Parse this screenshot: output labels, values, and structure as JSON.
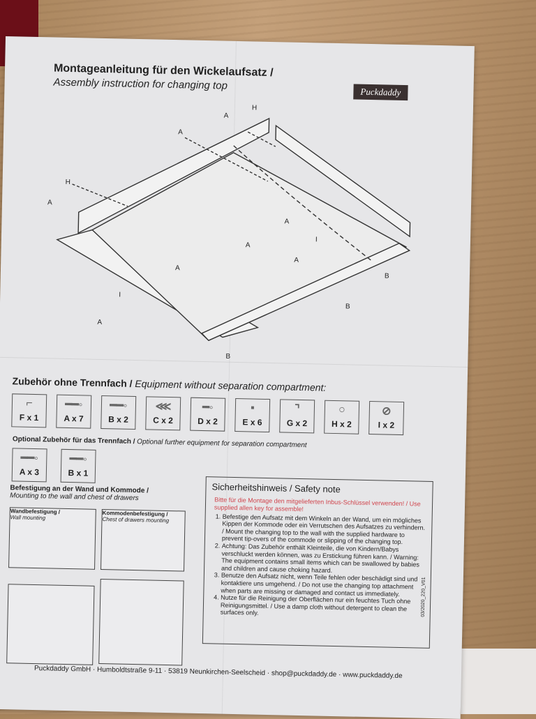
{
  "document": {
    "title_de": "Montageanleitung für den Wickelaufsatz /",
    "title_en": "Assembly instruction for changing top",
    "logo": "Puckdaddy",
    "diagram_labels": [
      "A",
      "H",
      "A",
      "H",
      "A",
      "A",
      "A",
      "A",
      "A",
      "I",
      "A",
      "I",
      "B",
      "B",
      "B"
    ],
    "equipment": {
      "title_de": "Zubehör ohne Trennfach / ",
      "title_en": "Equipment without separation compartment:",
      "items": [
        {
          "label": "F x 1",
          "icon": "allen-key-icon"
        },
        {
          "label": "A x 7",
          "icon": "bolt-icon"
        },
        {
          "label": "B x 2",
          "icon": "bolt-icon"
        },
        {
          "label": "C x 2",
          "icon": "dowel-icon"
        },
        {
          "label": "D x 2",
          "icon": "screw-icon"
        },
        {
          "label": "E x 6",
          "icon": "small-screw-icon"
        },
        {
          "label": "G x 2",
          "icon": "angle-bracket-icon"
        },
        {
          "label": "H x 2",
          "icon": "cap-icon"
        },
        {
          "label": "I x 2",
          "icon": "bracket-icon"
        }
      ]
    },
    "optional": {
      "title_de": "Optional Zubehör für das Trennfach / ",
      "title_en": "Optional further equipment for separation compartment",
      "items": [
        {
          "label": "A x 3",
          "icon": "bolt-icon"
        },
        {
          "label": "B x 1",
          "icon": "bolt-icon"
        }
      ]
    },
    "mounting": {
      "title_de": "Befestigung an der Wand und Kommode /",
      "title_en": "Mounting to the wall and chest of drawers",
      "wall_de": "Wandbefestigung /",
      "wall_en": "Wall mounting",
      "chest_de": "Kommodenbefestigung /",
      "chest_en": "Chest of drawers mounting"
    },
    "safety": {
      "title_de": "Sicherheitshinweis / ",
      "title_en": "Safety note",
      "warning": "Bitte für die Montage den mitgelieferten Inbus-Schlüssel verwenden! / Use supplied allen key for assemble!",
      "items": [
        "Befestige den Aufsatz mit dem Winkeln an der Wand, um ein mögliches Kippen der Kommode oder ein Verrutschen des Aufsatzes zu verhindern. / Mount the changing top to the wall with the supplied hardware to prevent tip-overs of the commode or slipping of the changing top.",
        "Achtung: Das Zubehör enthält Kleinteile, die von Kindern/Babys verschluckt werden können, was zu Erstickung führen kann. / Warning: The equipment contains small items which can be swallowed by babies and children and cause choking hazard.",
        "Benutze den Aufsatz nicht, wenn Teile fehlen oder beschädigt sind und kontaktiere uns umgehend. / Do not use the changing top attachment when parts are missing or damaged and contact us immediately.",
        "Nutze für die Reinigung der Oberflächen nur ein feuchtes Tuch ohne Reinigungsmittel. / Use a damp cloth without detergent to clean the surfaces only."
      ]
    },
    "code": "03/2020_220_V01",
    "footer": "Puckdaddy GmbH · Humboldtstraße 9-11 · 53819 Neunkirchen-Seelscheid · shop@puckdaddy.de · www.puckdaddy.de"
  }
}
